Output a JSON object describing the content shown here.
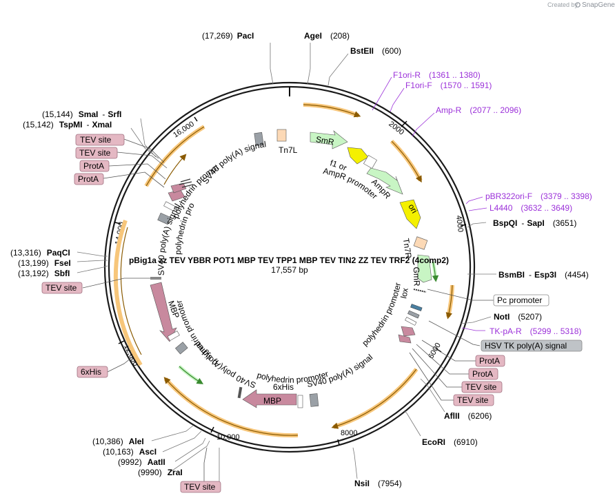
{
  "credit": {
    "prefix": "Created by",
    "brand": "SnapGene"
  },
  "plasmid": {
    "name": "pBig1a zz TEV YBBR POT1 MBP TEV TPP1 MBP TEV TIN2 ZZ TEV TRF2 (4comp2)",
    "size": "17,557 bp"
  },
  "ticks": [
    "2000",
    "4000",
    "6000",
    "8000",
    "10,000",
    "12,000",
    "14,000",
    "16,000"
  ],
  "sites": [
    {
      "name": "PacI",
      "pos": "(17,269)"
    },
    {
      "name": "AgeI",
      "pos": "(208)"
    },
    {
      "name": "BstEII",
      "pos": "(600)"
    },
    {
      "name": "SmaI",
      "name2": "SrfI",
      "pos": "(15,144)"
    },
    {
      "name": "TspMI",
      "name2": "XmaI",
      "pos": "(15,142)"
    },
    {
      "name": "BspQI",
      "name2": "SapI",
      "pos": "(3651)"
    },
    {
      "name": "PaqCI",
      "pos": "(13,316)"
    },
    {
      "name": "FseI",
      "pos": "(13,199)"
    },
    {
      "name": "SbfI",
      "pos": "(13,192)"
    },
    {
      "name": "BsmBI",
      "name2": "Esp3I",
      "pos": "(4454)"
    },
    {
      "name": "NotI",
      "pos": "(5207)"
    },
    {
      "name": "AflII",
      "pos": "(6206)"
    },
    {
      "name": "EcoRI",
      "pos": "(6910)"
    },
    {
      "name": "NsiI",
      "pos": "(7954)"
    },
    {
      "name": "AleI",
      "pos": "(10,386)"
    },
    {
      "name": "AscI",
      "pos": "(10,163)"
    },
    {
      "name": "AatII",
      "pos": "(9992)"
    },
    {
      "name": "ZraI",
      "pos": "(9990)"
    }
  ],
  "primers": [
    {
      "name": "F1ori-R",
      "range": "(1361 .. 1380)"
    },
    {
      "name": "F1ori-F",
      "range": "(1570 .. 1591)"
    },
    {
      "name": "Amp-R",
      "range": "(2077 .. 2096)"
    },
    {
      "name": "pBR322ori-F",
      "range": "(3379 .. 3398)"
    },
    {
      "name": "L4440",
      "range": "(3632 .. 3649)"
    },
    {
      "name": "TK-pA-R",
      "range": "(5299 .. 5318)"
    }
  ],
  "outer_boxes": {
    "tev_site": "TEV site",
    "protA": "ProtA",
    "his6": "6xHis",
    "pc_promoter": "Pc promoter",
    "hsv_tk": "HSV TK poly(A) signal"
  },
  "features": {
    "tn7l": "Tn7L",
    "smr": "SmR",
    "f1ori": "f1 ori",
    "ampr_promoter": "AmpR promoter",
    "ampr": "AmpR",
    "ori": "ori",
    "tn7r": "Tn7R",
    "gmr": "GmR",
    "loxp": "loxP",
    "sv40_polya": "SV40 poly(A) signal",
    "polyhedrin": "polyhedrin promoter",
    "mbp": "MBP",
    "his6": "6xHis"
  },
  "colors": {
    "backbone": "#1a1a1a",
    "primer": "#9b30d9",
    "orange_arc": "#f7c67a",
    "arrow_line": "#8a5a00",
    "mbp": "#c8899e",
    "tev_box": "#e4b8c3",
    "grey_box": "#bfc3c7",
    "smr": "#c8f5c4",
    "ori": "#f4f000",
    "tn7": "#fcd9b6",
    "green": "#60c050"
  }
}
